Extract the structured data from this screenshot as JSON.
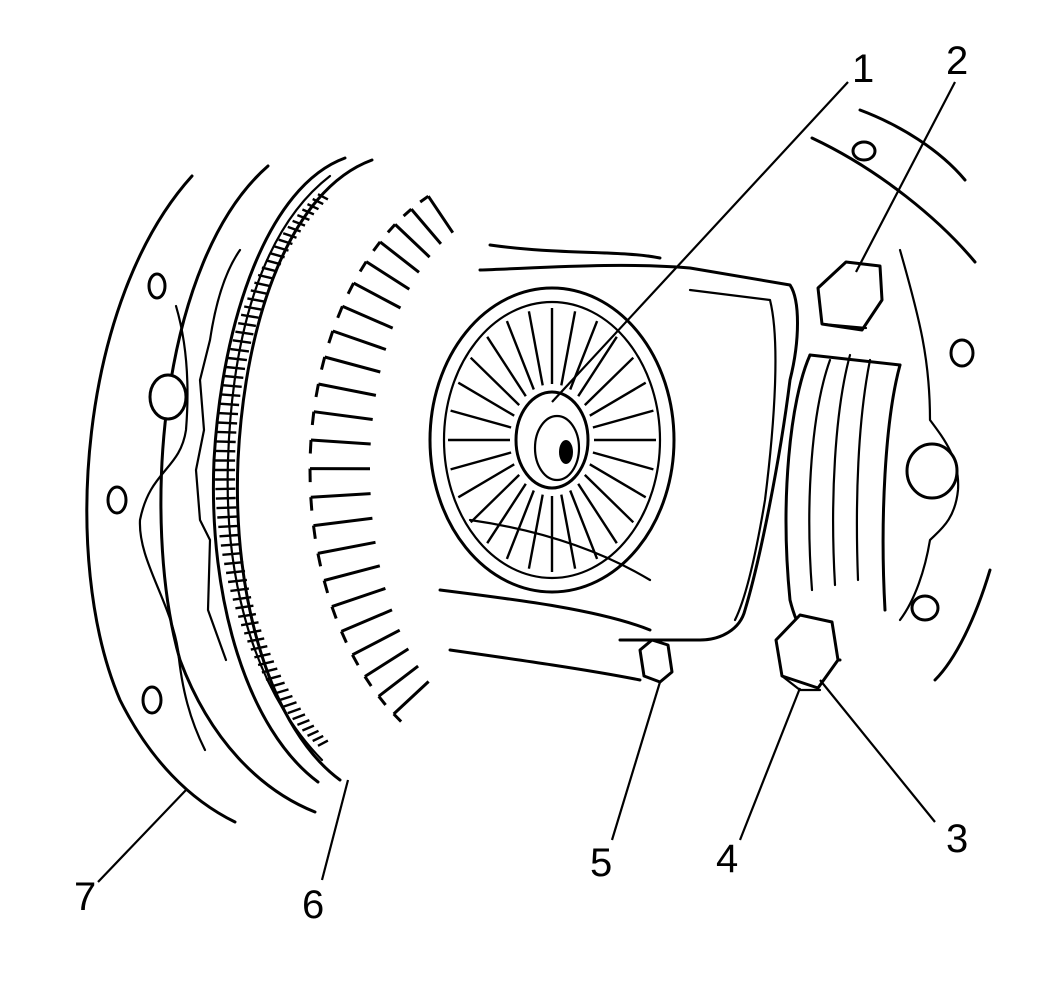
{
  "diagram": {
    "callouts": [
      {
        "id": "1",
        "label": "1"
      },
      {
        "id": "2",
        "label": "2"
      },
      {
        "id": "3",
        "label": "3"
      },
      {
        "id": "4",
        "label": "4"
      },
      {
        "id": "5",
        "label": "5"
      },
      {
        "id": "6",
        "label": "6"
      },
      {
        "id": "7",
        "label": "7"
      }
    ]
  },
  "colors": {
    "ink": "#000000",
    "paper": "#ffffff"
  }
}
